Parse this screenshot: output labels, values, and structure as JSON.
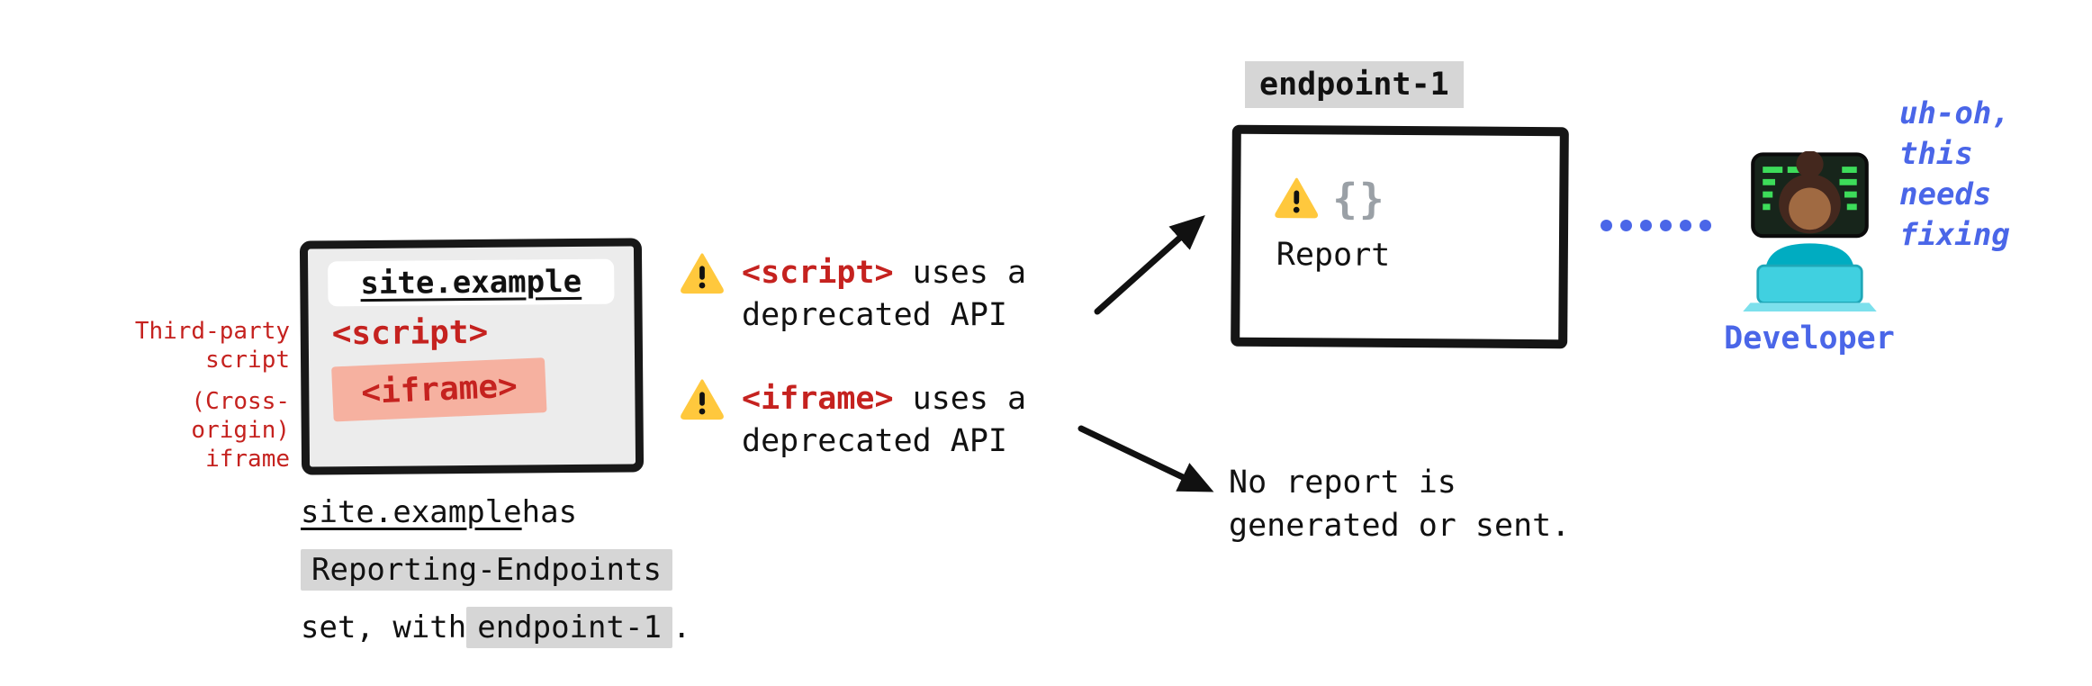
{
  "colors": {
    "red": "#c5221f",
    "salmon_highlight": "#f6b1a0",
    "chip_gray": "#d6d6d6",
    "blue": "#4a66e8",
    "warning_yellow": "#ffc83d",
    "braces_gray": "#9aa0a6",
    "ink": "#111111"
  },
  "site_window": {
    "title": "site.example",
    "script_tag": "<script>",
    "iframe_tag": "<iframe>"
  },
  "side_labels": {
    "third_party": "Third-party\nscript",
    "cross_origin": "(Cross-origin)\niframe"
  },
  "caption": {
    "site": "site.example",
    "has": " has",
    "reporting_chip": "Reporting-Endpoints",
    "set_with": "set, with ",
    "endpoint_chip": "endpoint-1",
    "period": " ."
  },
  "warnings": [
    {
      "tag": "<script>",
      "rest": " uses a",
      "line2": "deprecated API"
    },
    {
      "tag": "<iframe>",
      "rest": " uses a",
      "line2": "deprecated API"
    }
  ],
  "endpoint": {
    "chip": "endpoint-1",
    "braces": "{}",
    "report_label": "Report"
  },
  "no_report": "No report is\ngenerated or sent.",
  "developer": {
    "label": "Developer",
    "thought": "uh-oh,\nthis\nneeds\nfixing"
  }
}
